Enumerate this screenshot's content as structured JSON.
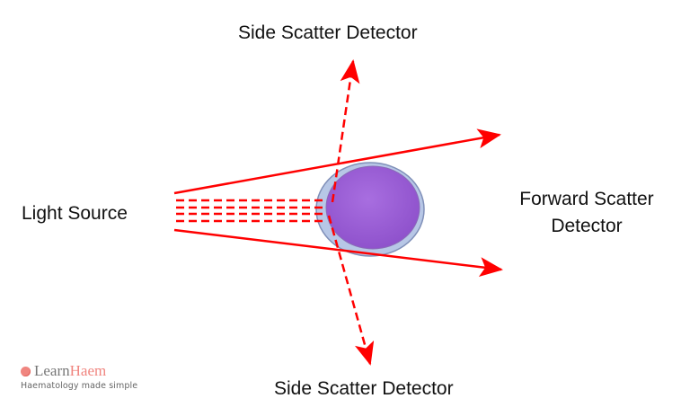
{
  "labels": {
    "side_scatter_top": "Side Scatter Detector",
    "side_scatter_bottom": "Side Scatter Detector",
    "light_source": "Light Source",
    "forward_scatter_line1": "Forward Scatter",
    "forward_scatter_line2": "Detector"
  },
  "logo": {
    "brand_part1": "Learn",
    "brand_part2": "Haem",
    "tagline": "Haematology made simple",
    "icon": "circle-dot-icon"
  },
  "colors": {
    "ray": "#ff0000",
    "cell_membrane": "#b8c8e8",
    "cell_nucleus": "#9b5fd6",
    "brand_pink": "#f0857f",
    "text": "#111111"
  }
}
